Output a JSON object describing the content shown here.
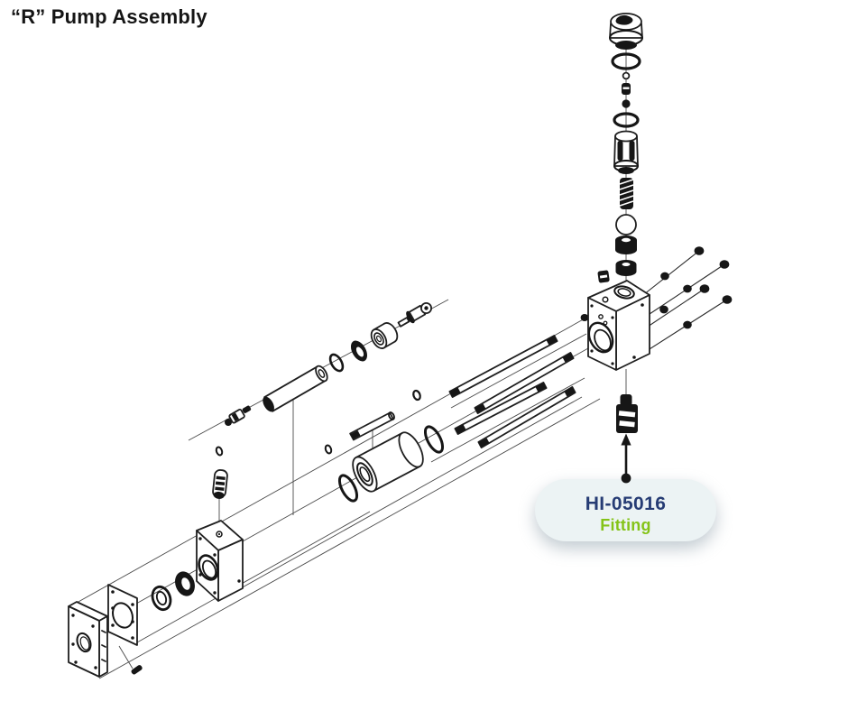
{
  "page": {
    "title": "“R” Pump Assembly"
  },
  "callout": {
    "part_number": "HI-05016",
    "part_name": "Fitting",
    "part_number_color": "#263c74",
    "part_name_color": "#84c318",
    "bubble_color": "#ecf3f4",
    "pointer": "arrow-up-with-dot"
  },
  "diagram": {
    "ink_color": "#1f1f1f",
    "background_color": "#ffffff",
    "labeled_part": "Fitting"
  }
}
